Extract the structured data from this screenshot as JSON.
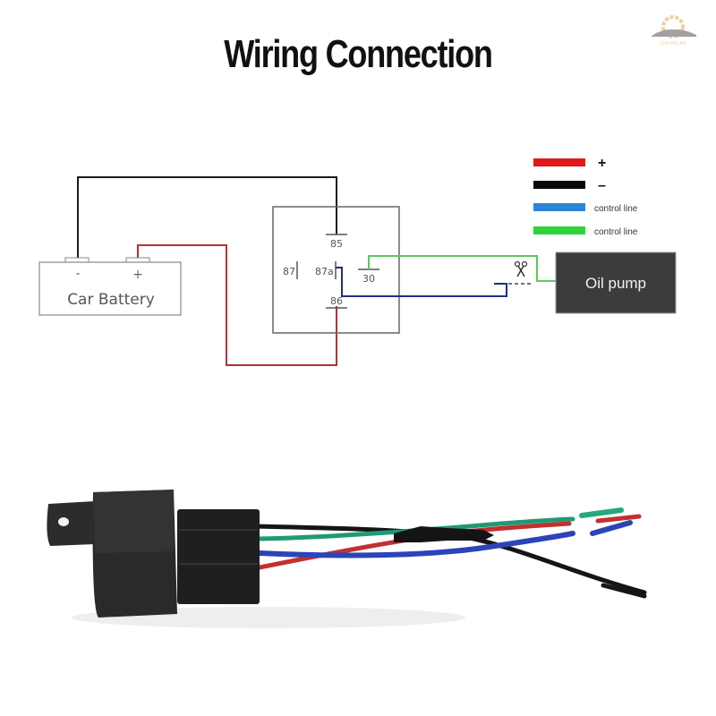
{
  "title": "Wiring Connection",
  "logo": {
    "icon": "car-gear-logo-icon",
    "text": "CHIONG-AN"
  },
  "legend": [
    {
      "color": "#e0191d",
      "label": "+"
    },
    {
      "color": "#0a0a0a",
      "label": "–"
    },
    {
      "color": "#2b86d6",
      "label": "control line"
    },
    {
      "color": "#2fd43a",
      "label": "control line"
    }
  ],
  "battery": {
    "label": "Car Battery",
    "negative_terminal": "-",
    "positive_terminal": "+"
  },
  "relay": {
    "pins": [
      "85",
      "87",
      "87a",
      "30",
      "86"
    ]
  },
  "cut_point": {
    "icon": "scissors-icon"
  },
  "load": {
    "label": "Oil pump"
  },
  "wire_colors": {
    "black": "#1a1a1a",
    "red": "#b5303a",
    "blue": "#1f2f86",
    "green": "#5cc85c",
    "frame": "#666666",
    "pump_box": "#3c3c3c"
  },
  "photo": {
    "description": "Black automotive relay with harness: green, red, blue and black wires with inline fuse holder",
    "wires": [
      "green",
      "red",
      "blue",
      "black"
    ]
  }
}
